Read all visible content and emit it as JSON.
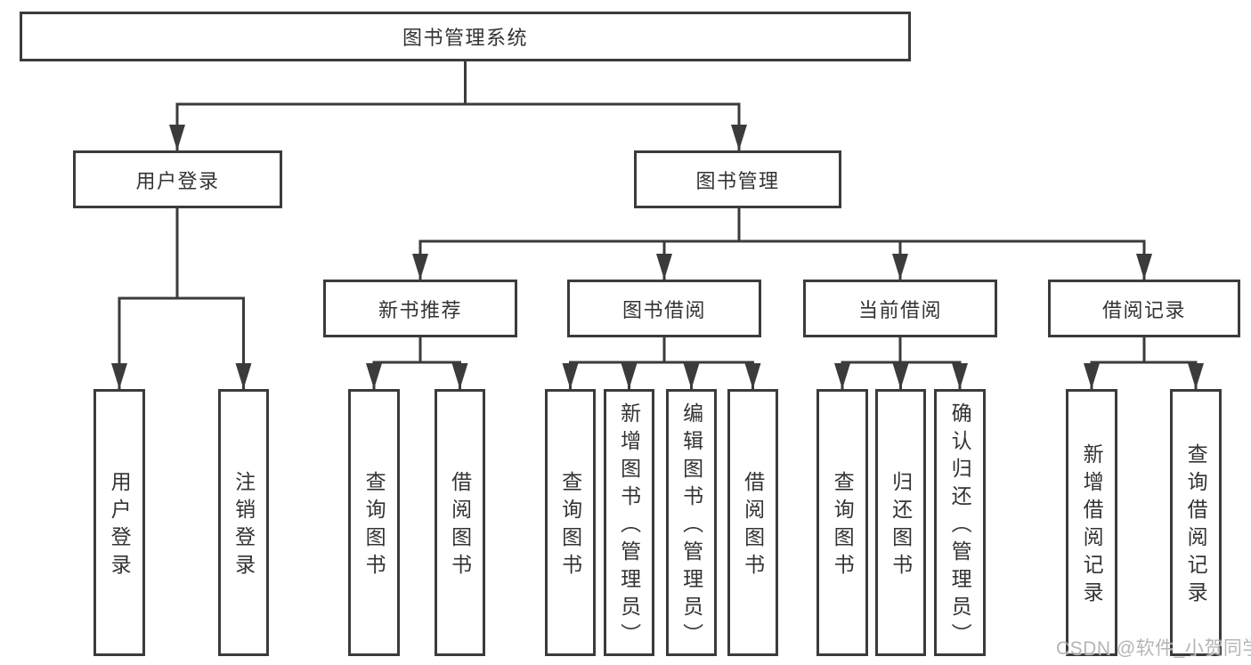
{
  "tree": {
    "label": "图书管理系统",
    "children": [
      {
        "label": "用户登录",
        "children": [
          {
            "label": "用户登录"
          },
          {
            "label": "注销登录"
          }
        ]
      },
      {
        "label": "图书管理",
        "children": [
          {
            "label": "新书推荐",
            "children": [
              {
                "label": "查询图书"
              },
              {
                "label": "借阅图书"
              }
            ]
          },
          {
            "label": "图书借阅",
            "children": [
              {
                "label": "查询图书"
              },
              {
                "label": "新增图书（管理员）"
              },
              {
                "label": "编辑图书（管理员）"
              },
              {
                "label": "借阅图书"
              }
            ]
          },
          {
            "label": "当前借阅",
            "children": [
              {
                "label": "查询图书"
              },
              {
                "label": "归还图书"
              },
              {
                "label": "确认归还（管理员）"
              }
            ]
          },
          {
            "label": "借阅记录",
            "children": [
              {
                "label": "新增借阅记录"
              },
              {
                "label": "查询借阅记录"
              }
            ]
          }
        ]
      }
    ]
  },
  "watermark": {
    "text": "CSDN @软件_小贺同学"
  },
  "colors": {
    "line": "#3b3b3b",
    "text": "#333333",
    "background": "#ffffff",
    "watermark": "#a9a9a9"
  }
}
